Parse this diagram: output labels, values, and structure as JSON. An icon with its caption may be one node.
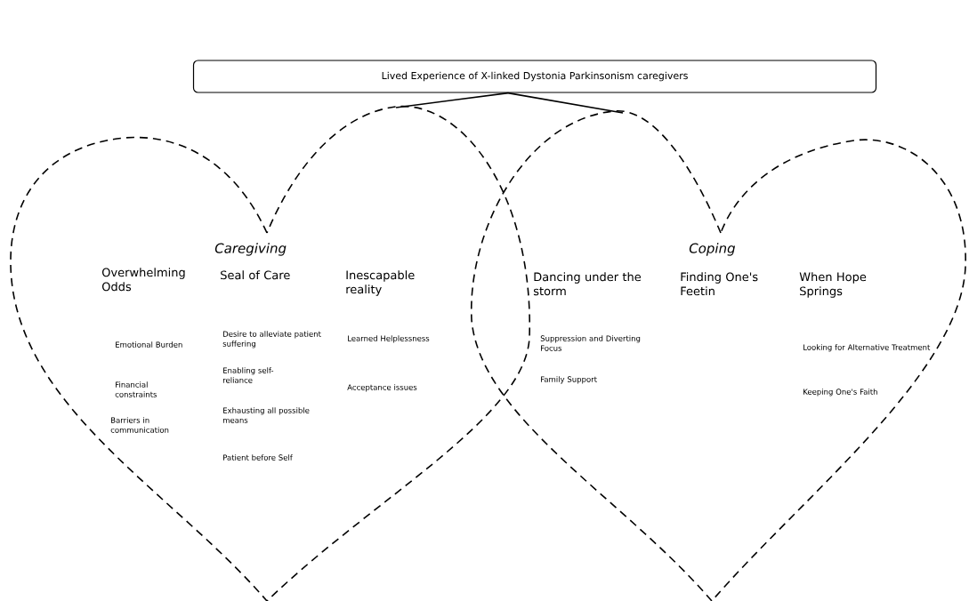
{
  "diagram": {
    "nodes": [
      {
        "text": [
          "Lived Experience of X-linked Dystonia Parkinsonism caregivers"
        ]
      },
      {
        "text": [
          "Caregiving",
          "Overwhelming Odds",
          "Emotional Burden",
          "Financial constraints",
          "Barriers in communication",
          "Seal of Care",
          "Desire to alleviate patient suffering",
          "Enabling self-reliance",
          "Exhausting all possible means",
          "Patient before Self",
          "Inescapable reality",
          "Learned Helplessness",
          "Acceptance issues"
        ]
      },
      {
        "text": [
          "Coping",
          "Dancing under the storm",
          "Suppression and Diverting Focus",
          "Family Support",
          "Finding One's Feetin",
          "When Hope Springs",
          "Looking for Alternative Treatment",
          "Keeping One's Faith"
        ]
      }
    ],
    "edges": [
      {
        "from": 0,
        "to": 1,
        "arrow": "none"
      },
      {
        "from": 0,
        "to": 2,
        "arrow": "none"
      }
    ]
  }
}
